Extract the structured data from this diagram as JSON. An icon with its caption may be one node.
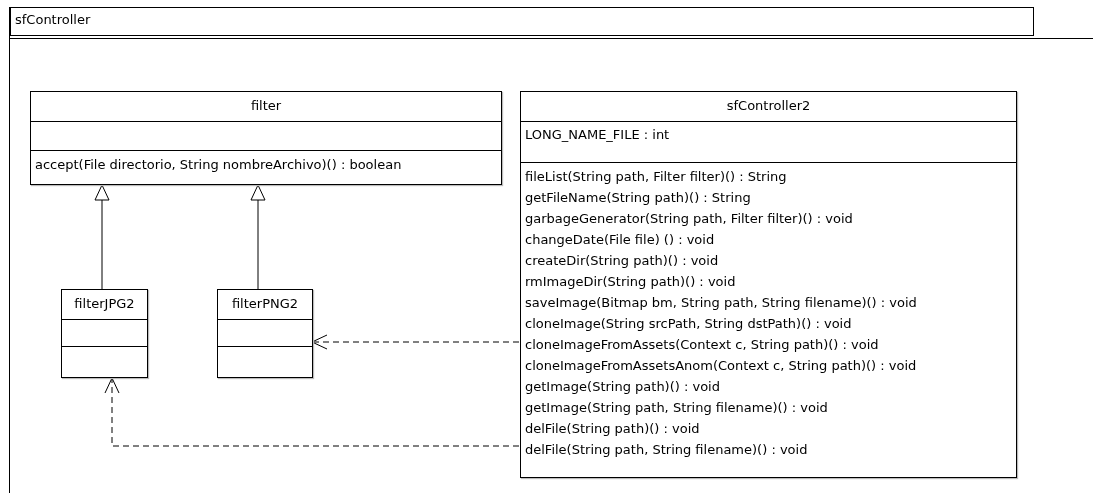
{
  "diagram": {
    "nodes": [
      {
        "text": [
          "sfController"
        ]
      },
      {
        "text": [
          "filter",
          "accept(File directorio, String nombreArchivo)() : boolean"
        ],
        "in": 0
      },
      {
        "text": [
          "filterJPG2"
        ],
        "in": 0
      },
      {
        "text": [
          "filterPNG2"
        ],
        "in": 0
      },
      {
        "text": [
          "sfController2",
          "LONG_NAME_FILE : int",
          "fileList(String path, Filter filter)() : String",
          "getFileName(String path)() : String",
          "garbageGenerator(String path, Filter filter)() : void",
          "changeDate(File file) () : void",
          "createDir(String path)() : void",
          "rmImageDir(String path)() : void",
          "saveImage(Bitmap bm, String path, String filename)() : void",
          "cloneImage(String srcPath, String dstPath)() : void",
          "cloneImageFromAssets(Context c, String path)() : void",
          "cloneImageFromAssetsAnom(Context c, String path)() : void",
          "getImage(String path)() : void",
          "getImage(String path, String filename)() : void",
          "delFile(String path)() : void",
          "delFile(String path, String filename)() : void"
        ],
        "in": 0
      }
    ],
    "edges": [
      {
        "from": 2,
        "to": 1,
        "arrow": "to"
      },
      {
        "from": 3,
        "to": 1,
        "arrow": "to"
      },
      {
        "from": 4,
        "to": 3,
        "arrow": "to",
        "style": "dashed"
      },
      {
        "from": 4,
        "to": 2,
        "arrow": "to",
        "style": "dashed"
      }
    ]
  }
}
